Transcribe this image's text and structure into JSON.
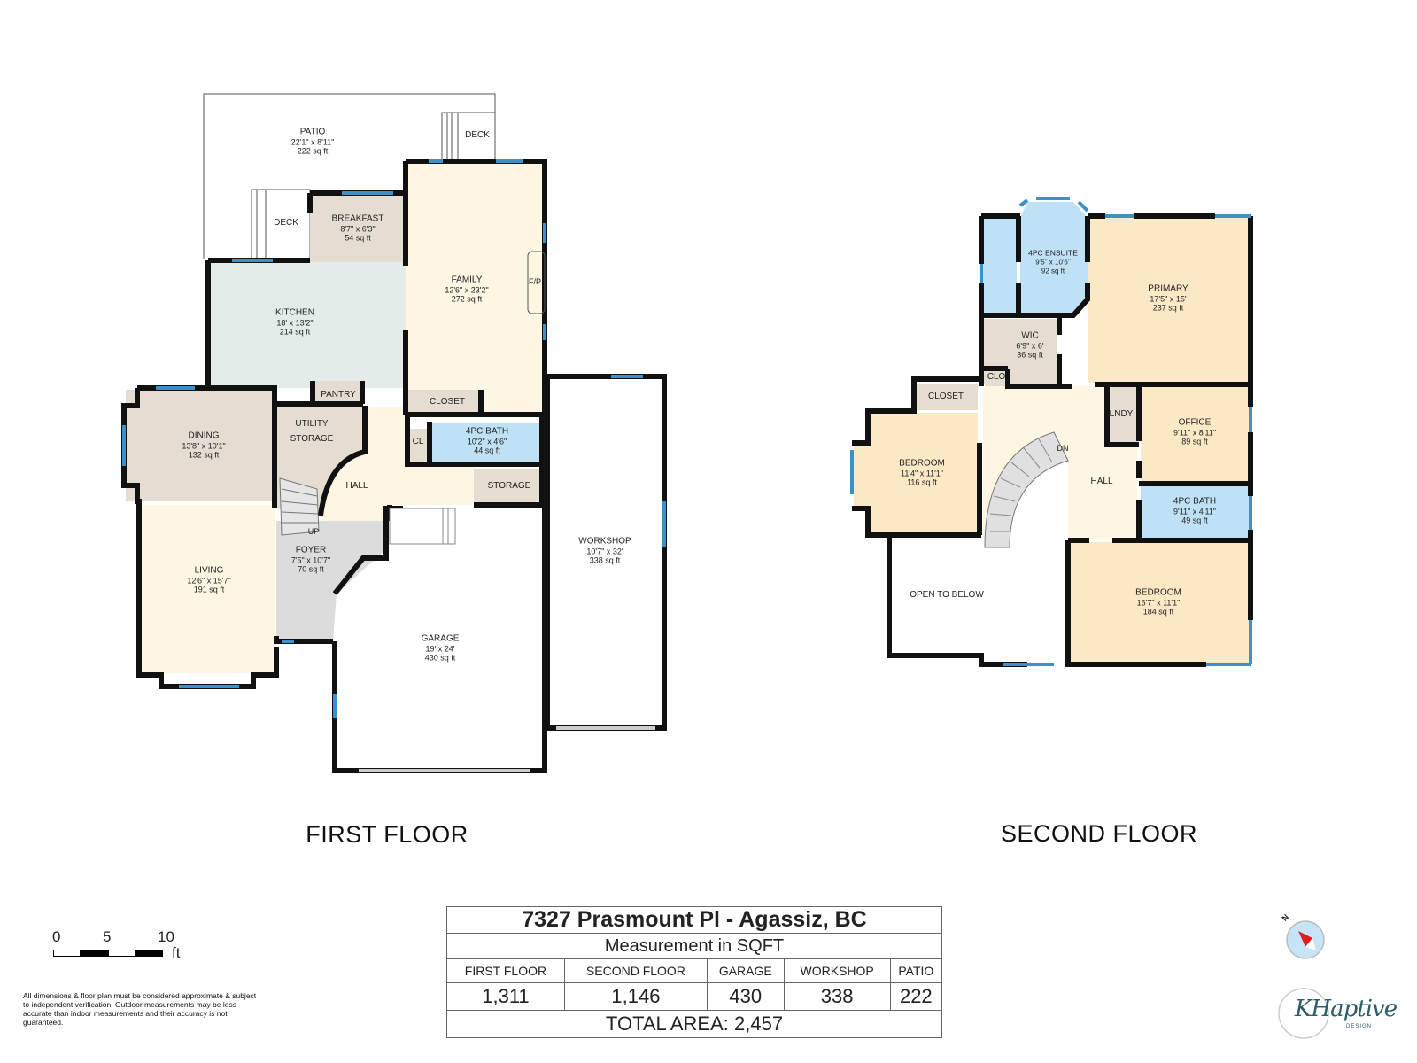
{
  "floors": {
    "first": {
      "title": "FIRST FLOOR",
      "rooms": [
        {
          "name": "PATIO",
          "dims": "22'1\" x 8'11\"",
          "area": "222 sq ft"
        },
        {
          "name": "DECK",
          "dims": "",
          "area": ""
        },
        {
          "name": "BREAKFAST",
          "dims": "8'7\" x 6'3\"",
          "area": "54 sq ft"
        },
        {
          "name": "DECK",
          "dims": "",
          "area": ""
        },
        {
          "name": "FAMILY",
          "dims": "12'6\" x 23'2\"",
          "area": "272 sq ft"
        },
        {
          "name": "KITCHEN",
          "dims": "18' x 13'2\"",
          "area": "214 sq ft"
        },
        {
          "name": "PANTRY",
          "dims": "",
          "area": ""
        },
        {
          "name": "CLOSET",
          "dims": "",
          "area": ""
        },
        {
          "name": "DINING",
          "dims": "13'8\" x 10'1\"",
          "area": "132 sq ft"
        },
        {
          "name": "UTILITY STORAGE",
          "dims": "",
          "area": ""
        },
        {
          "name": "CL",
          "dims": "",
          "area": ""
        },
        {
          "name": "4PC BATH",
          "dims": "10'2\" x 4'6\"",
          "area": "44 sq ft"
        },
        {
          "name": "HALL",
          "dims": "",
          "area": ""
        },
        {
          "name": "STORAGE",
          "dims": "",
          "area": ""
        },
        {
          "name": "LIVING",
          "dims": "12'6\" x 15'7\"",
          "area": "191 sq ft"
        },
        {
          "name": "FOYER",
          "dims": "7'5\" x 10'7\"",
          "area": "70 sq ft"
        },
        {
          "name": "WORKSHOP",
          "dims": "10'7\" x 32'",
          "area": "338 sq ft"
        },
        {
          "name": "GARAGE",
          "dims": "19' x 24'",
          "area": "430 sq ft"
        }
      ],
      "labels": {
        "fireplace": "F/P",
        "stairs_up": "UP"
      }
    },
    "second": {
      "title": "SECOND FLOOR",
      "rooms": [
        {
          "name": "4PC ENSUITE",
          "dims": "9'5\" x 10'6\"",
          "area": "92 sq ft"
        },
        {
          "name": "PRIMARY",
          "dims": "17'5\" x 15'",
          "area": "237 sq ft"
        },
        {
          "name": "WIC",
          "dims": "6'9\" x 6'",
          "area": "36 sq ft"
        },
        {
          "name": "CLO",
          "dims": "",
          "area": ""
        },
        {
          "name": "CLOSET",
          "dims": "",
          "area": ""
        },
        {
          "name": "LNDY",
          "dims": "",
          "area": ""
        },
        {
          "name": "OFFICE",
          "dims": "9'11\" x 8'11\"",
          "area": "89 sq ft"
        },
        {
          "name": "BEDROOM",
          "dims": "11'4\" x 11'1\"",
          "area": "116 sq ft"
        },
        {
          "name": "HALL",
          "dims": "",
          "area": ""
        },
        {
          "name": "4PC BATH",
          "dims": "9'11\" x 4'11\"",
          "area": "49 sq ft"
        },
        {
          "name": "OPEN TO BELOW",
          "dims": "",
          "area": ""
        },
        {
          "name": "BEDROOM",
          "dims": "16'7\" x 11'1\"",
          "area": "184 sq ft"
        }
      ],
      "labels": {
        "stairs_down": "DN"
      }
    }
  },
  "summary": {
    "address": "7327 Prasmount Pl -  Agassiz, BC",
    "measurement": "Measurement in SQFT",
    "headers": [
      "FIRST FLOOR",
      "SECOND FLOOR",
      "GARAGE",
      "WORKSHOP",
      "PATIO"
    ],
    "values": [
      "1,311",
      "1,146",
      "430",
      "338",
      "222"
    ],
    "total": "TOTAL AREA: 2,457"
  },
  "scale": {
    "ticks": [
      "0",
      "5",
      "10"
    ],
    "unit": "ft"
  },
  "disclaimer": "All dimensions & floor plan must be considered approximate & subject to independent verification.  Outdoor measurements may be less accurate than indoor measurements and their accuracy is not guaranteed.",
  "compass": {
    "label": "N"
  },
  "logo": {
    "text": "KHaptive",
    "sub": "DESIGN"
  },
  "colors": {
    "wall": "#111111",
    "window": "#3a93c8",
    "cream": "#fdf6e3",
    "beige": "#e6ddd2",
    "kitchen": "#e4ece9",
    "blue": "#bfe1f6",
    "foyer": "#dcdcdc",
    "peach": "#fbe9c5"
  }
}
